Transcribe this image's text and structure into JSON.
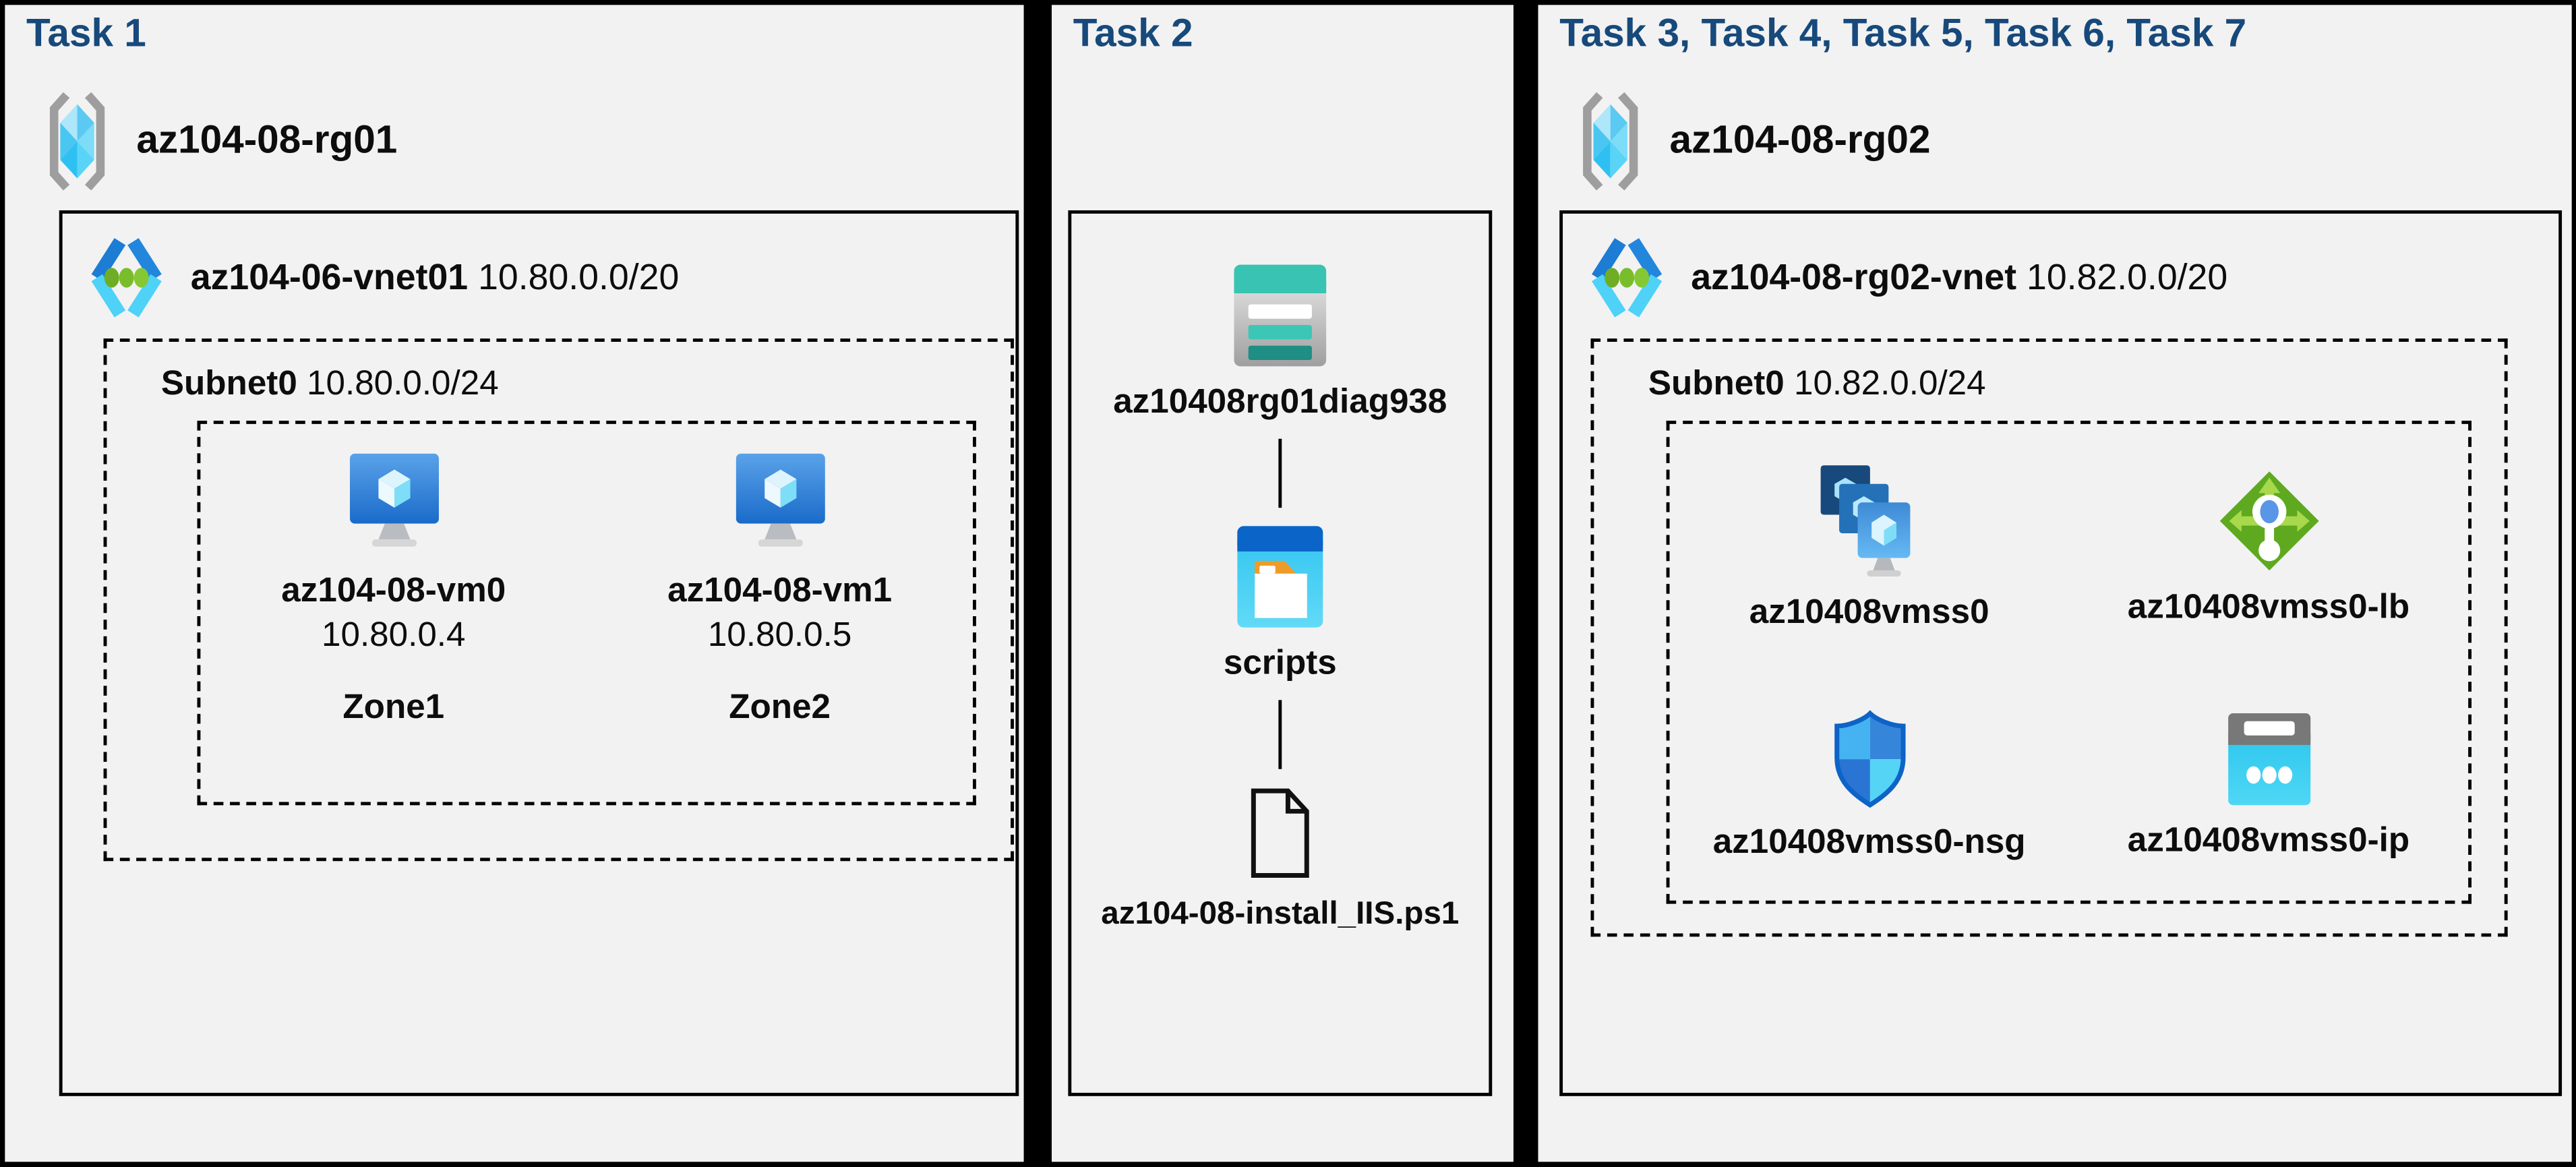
{
  "colors": {
    "background": "#000000",
    "panel_bg": "#f2f2f2",
    "title_navy": "#17497B",
    "teal_storage": "#38c3b2",
    "teal_dark": "#1f8e85",
    "azure_blue": "#1d7cd4",
    "cyan": "#4ed2f8",
    "green_lb": "#5ea920",
    "green_dots": "#7abd2b"
  },
  "p1": {
    "title": "Task 1",
    "rg": {
      "name": "az104-08-rg01",
      "icon": "resource-group-icon"
    },
    "vnet": {
      "name": "az104-06-vnet01",
      "cidr": "10.80.0.0/20",
      "icon": "virtual-network-icon"
    },
    "subnet": {
      "name": "Subnet0",
      "cidr": "10.80.0.0/24"
    },
    "vms": [
      {
        "name": "az104-08-vm0",
        "ip": "10.80.0.4",
        "zone": "Zone1",
        "icon": "virtual-machine-icon"
      },
      {
        "name": "az104-08-vm1",
        "ip": "10.80.0.5",
        "zone": "Zone2",
        "icon": "virtual-machine-icon"
      }
    ]
  },
  "p2": {
    "title": "Task 2",
    "storage_account": {
      "name": "az10408rg01diag938",
      "icon": "storage-account-icon"
    },
    "container": {
      "name": "scripts",
      "icon": "blob-container-icon"
    },
    "file": {
      "name": "az104-08-install_IIS.ps1",
      "icon": "file-document-icon"
    }
  },
  "p3": {
    "title": "Task 3, Task 4, Task 5, Task 6, Task 7",
    "rg": {
      "name": "az104-08-rg02",
      "icon": "resource-group-icon"
    },
    "vnet": {
      "name": "az104-08-rg02-vnet",
      "cidr": "10.82.0.0/20",
      "icon": "virtual-network-icon"
    },
    "subnet": {
      "name": "Subnet0",
      "cidr": "10.82.0.0/24"
    },
    "resources": [
      {
        "name": "az10408vmss0",
        "icon": "vm-scale-set-icon"
      },
      {
        "name": "az10408vmss0-lb",
        "icon": "load-balancer-icon"
      },
      {
        "name": "az10408vmss0-nsg",
        "icon": "network-security-group-icon"
      },
      {
        "name": "az10408vmss0-ip",
        "icon": "public-ip-icon"
      }
    ]
  }
}
